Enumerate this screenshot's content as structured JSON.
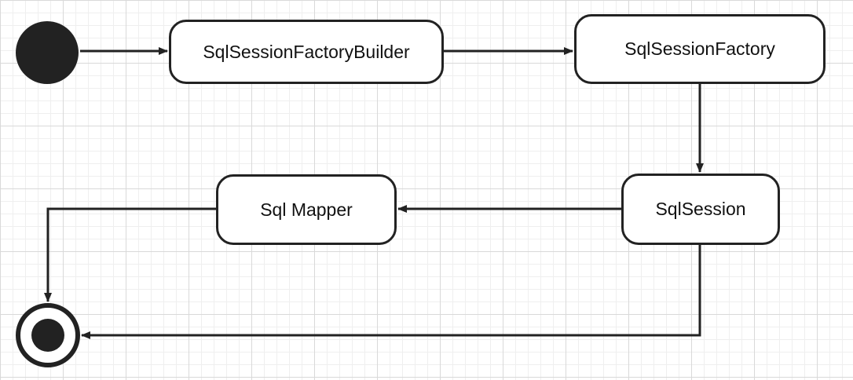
{
  "diagram": {
    "nodes": {
      "builder": {
        "label": "SqlSessionFactoryBuilder"
      },
      "factory": {
        "label": "SqlSessionFactory"
      },
      "session": {
        "label": "SqlSession"
      },
      "mapper": {
        "label": "Sql Mapper"
      }
    },
    "edges": [
      {
        "from": "start",
        "to": "builder"
      },
      {
        "from": "builder",
        "to": "factory"
      },
      {
        "from": "factory",
        "to": "session"
      },
      {
        "from": "session",
        "to": "mapper"
      },
      {
        "from": "mapper",
        "to": "end"
      },
      {
        "from": "session",
        "to": "end"
      }
    ],
    "colors": {
      "stroke": "#222222",
      "node_fill": "#ffffff",
      "grid": "#d9d9d9"
    }
  }
}
